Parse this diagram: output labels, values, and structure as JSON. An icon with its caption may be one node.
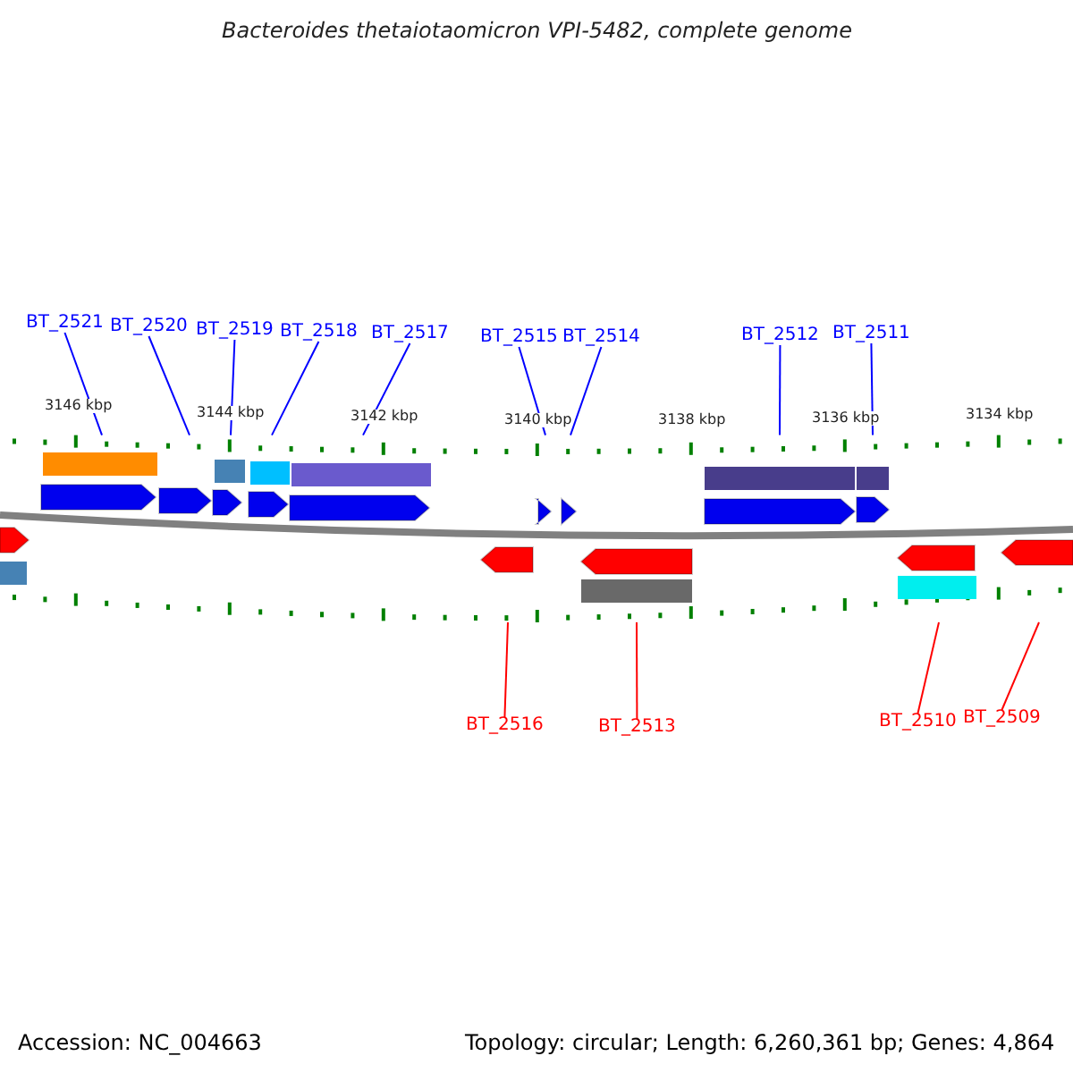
{
  "diagram": {
    "title": "Bacteroides thetaiotaomicron VPI-5482, complete genome",
    "nodes": [
      {
        "text": [
          "BT_2521"
        ]
      },
      {
        "text": [
          "BT_2520"
        ]
      },
      {
        "text": [
          "BT_2519"
        ]
      },
      {
        "text": [
          "BT_2518"
        ]
      },
      {
        "text": [
          "BT_2517"
        ]
      },
      {
        "text": [
          "BT_2515"
        ]
      },
      {
        "text": [
          "BT_2514"
        ]
      },
      {
        "text": [
          "BT_2512"
        ]
      },
      {
        "text": [
          "BT_2511"
        ]
      },
      {
        "text": [
          "BT_2516"
        ]
      },
      {
        "text": [
          "BT_2513"
        ]
      },
      {
        "text": [
          "BT_2510"
        ]
      },
      {
        "text": [
          "BT_2509"
        ]
      },
      {
        "text": [],
        "shape": "ruler"
      },
      {
        "text": [],
        "shape": "ruler"
      }
    ],
    "edges": [
      {
        "from": 0,
        "to": 13,
        "arrow": "none"
      },
      {
        "from": 1,
        "to": 13,
        "arrow": "none"
      },
      {
        "from": 2,
        "to": 13,
        "arrow": "none"
      },
      {
        "from": 3,
        "to": 13,
        "arrow": "none"
      },
      {
        "from": 4,
        "to": 13,
        "arrow": "none"
      },
      {
        "from": 5,
        "to": 13,
        "arrow": "none"
      },
      {
        "from": 6,
        "to": 13,
        "arrow": "none"
      },
      {
        "from": 7,
        "to": 13,
        "arrow": "none"
      },
      {
        "from": 8,
        "to": 13,
        "arrow": "none"
      },
      {
        "from": 9,
        "to": 14,
        "arrow": "none",
        "color": "#ff0000"
      },
      {
        "from": 10,
        "to": 14,
        "arrow": "none",
        "color": "#ff0000"
      },
      {
        "from": 11,
        "to": 14,
        "arrow": "none",
        "color": "#ff0000"
      },
      {
        "from": 12,
        "to": 14,
        "arrow": "none",
        "color": "#ff0000"
      }
    ],
    "labels": [
      "3146 kbp",
      "3144 kbp",
      "3142 kbp",
      "3140 kbp",
      "3138 kbp",
      "3136 kbp",
      "3134 kbp",
      "Accession: NC_004663",
      "Topology: circular; Length: 6,260,361 bp; Genes: 4,864"
    ]
  }
}
